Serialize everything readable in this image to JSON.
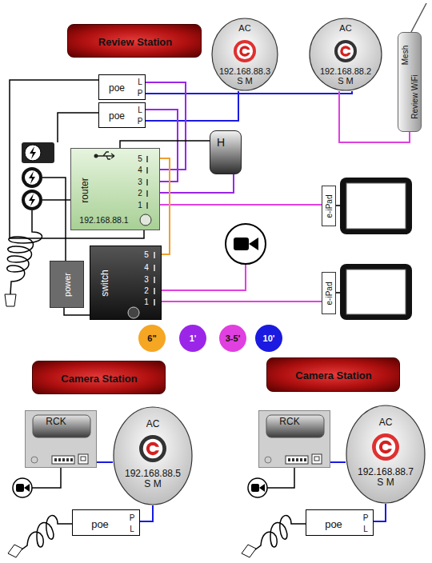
{
  "diagram": {
    "nodes": [
      {
        "text": [
          "Review Station"
        ]
      },
      {
        "text": [
          "AC",
          "192.168.88.3",
          "S M"
        ]
      },
      {
        "text": [
          "AC",
          "192.168.88.2",
          "S M"
        ]
      },
      {
        "text": [
          "Mesh",
          "Review WiFi"
        ]
      },
      {
        "text": [
          "poe",
          "L",
          "P"
        ]
      },
      {
        "text": [
          "poe",
          "L",
          "P"
        ]
      },
      {
        "text": [
          "H"
        ]
      },
      {
        "text": [
          "router",
          "5",
          "4",
          "3",
          "2",
          "1",
          "192.168.88.1"
        ]
      },
      {
        "text": [
          "e-iPad"
        ]
      },
      {
        "text": [
          "power"
        ]
      },
      {
        "text": [
          "switch",
          "5",
          "4",
          "3",
          "2",
          "1"
        ]
      },
      {
        "text": [
          "e-iPad"
        ]
      },
      {
        "text": [
          "Camera Station"
        ]
      },
      {
        "text": [
          "RCK"
        ]
      },
      {
        "text": [
          "AC",
          "192.168.88.5",
          "S M"
        ]
      },
      {
        "text": [
          "poe",
          "P",
          "L"
        ]
      },
      {
        "text": [
          "Camera Station"
        ]
      },
      {
        "text": [
          "RCK"
        ]
      },
      {
        "text": [
          "AC",
          "192.168.88.7",
          "S M"
        ]
      },
      {
        "text": [
          "poe",
          "P",
          "L"
        ]
      }
    ],
    "edges": [
      {
        "from": 4,
        "to": 2,
        "arrow": "none"
      },
      {
        "from": 5,
        "to": 1,
        "arrow": "none"
      },
      {
        "from": 2,
        "to": 3,
        "arrow": "none"
      },
      {
        "from": 4,
        "to": 7,
        "arrow": "none"
      },
      {
        "from": 5,
        "to": 7,
        "arrow": "none"
      },
      {
        "from": 6,
        "to": 7,
        "arrow": "none"
      },
      {
        "from": 7,
        "to": 6,
        "arrow": "none"
      },
      {
        "from": 7,
        "to": 8,
        "arrow": "none"
      },
      {
        "from": 7,
        "to": 10,
        "arrow": "none"
      },
      {
        "from": 10,
        "to": 11,
        "arrow": "none"
      },
      {
        "from": 9,
        "to": 10,
        "arrow": "none"
      },
      {
        "from": 13,
        "to": 14,
        "arrow": "none"
      },
      {
        "from": 14,
        "to": 15,
        "arrow": "none"
      },
      {
        "from": 17,
        "to": 18,
        "arrow": "none"
      },
      {
        "from": 18,
        "to": 19,
        "arrow": "none"
      }
    ],
    "legend": [
      {
        "text": "6\"",
        "color": "#f5a623"
      },
      {
        "text": "1'",
        "color": "#9b26e8"
      },
      {
        "text": "3-5'",
        "color": "#e040e0"
      },
      {
        "text": "10'",
        "color": "#1a1ae0"
      }
    ]
  }
}
